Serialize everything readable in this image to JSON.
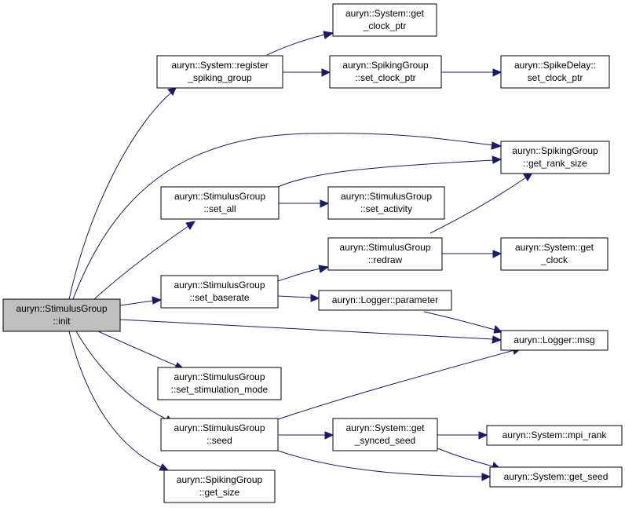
{
  "nodes": {
    "init": {
      "lines": [
        "auryn::StimulusGroup",
        "::init"
      ]
    },
    "register": {
      "lines": [
        "auryn::System::register",
        "_spiking_group"
      ]
    },
    "getclockptr": {
      "lines": [
        "auryn::System::get",
        "_clock_ptr"
      ]
    },
    "sgsetclock": {
      "lines": [
        "auryn::SpikingGroup",
        "::set_clock_ptr"
      ]
    },
    "sdsetclock": {
      "lines": [
        "auryn::SpikeDelay::",
        "set_clock_ptr"
      ]
    },
    "getranksize": {
      "lines": [
        "auryn::SpikingGroup",
        "::get_rank_size"
      ]
    },
    "setall": {
      "lines": [
        "auryn::StimulusGroup",
        "::set_all"
      ]
    },
    "setactivity": {
      "lines": [
        "auryn::StimulusGroup",
        "::set_activity"
      ]
    },
    "redraw": {
      "lines": [
        "auryn::StimulusGroup",
        "::redraw"
      ]
    },
    "getclock": {
      "lines": [
        "auryn::System::get",
        "_clock"
      ]
    },
    "setbaserate": {
      "lines": [
        "auryn::StimulusGroup",
        "::set_baserate"
      ]
    },
    "parameter": {
      "lines": [
        "auryn::Logger::parameter"
      ]
    },
    "msg": {
      "lines": [
        "auryn::Logger::msg"
      ]
    },
    "setstimmode": {
      "lines": [
        "auryn::StimulusGroup",
        "::set_stimulation_mode"
      ]
    },
    "seed": {
      "lines": [
        "auryn::StimulusGroup",
        "::seed"
      ]
    },
    "syncedseed": {
      "lines": [
        "auryn::System::get",
        "_synced_seed"
      ]
    },
    "mpirank": {
      "lines": [
        "auryn::System::mpi_rank"
      ]
    },
    "getseed": {
      "lines": [
        "auryn::System::get_seed"
      ]
    },
    "getsize": {
      "lines": [
        "auryn::SpikingGroup",
        "::get_size"
      ]
    }
  }
}
